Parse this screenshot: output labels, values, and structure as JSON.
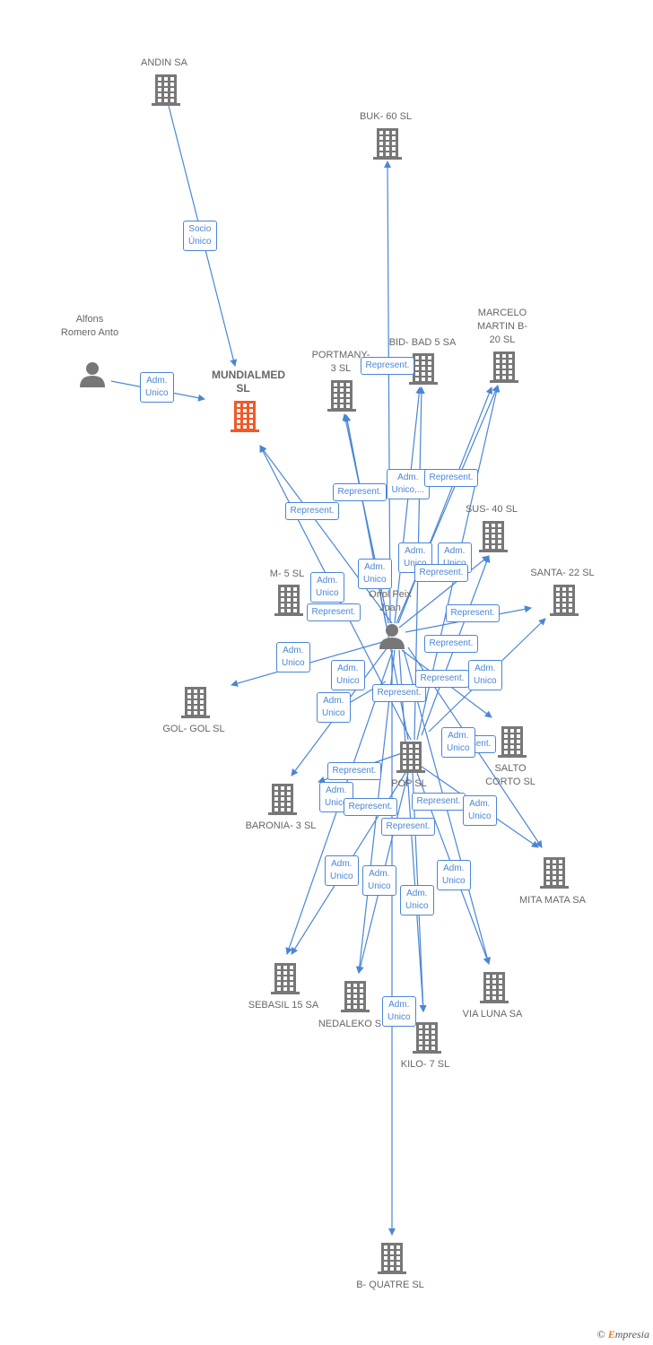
{
  "colors": {
    "edge": "#4a86d6",
    "node": "#777777",
    "main_node": "#f05a28"
  },
  "nodes": [
    {
      "id": "andin",
      "label": "ANDIN SA",
      "type": "company"
    },
    {
      "id": "buk",
      "label": "BUK- 60 SL",
      "type": "company"
    },
    {
      "id": "marcelo",
      "label": "MARCELO MARTIN B- 20 SL",
      "type": "company"
    },
    {
      "id": "bid",
      "label": "BID- BAD 5 SA",
      "type": "company"
    },
    {
      "id": "portmany",
      "label": "PORTMANY- 3 SL",
      "type": "company"
    },
    {
      "id": "alfons",
      "label": "Alfons Romero Anto",
      "type": "person"
    },
    {
      "id": "mundialmed",
      "label": "MUNDIALMED SL",
      "type": "main"
    },
    {
      "id": "sus",
      "label": "SUS- 40 SL",
      "type": "company"
    },
    {
      "id": "santa",
      "label": "SANTA- 22 SL",
      "type": "company"
    },
    {
      "id": "m5",
      "label": "M- 5 SL",
      "type": "company"
    },
    {
      "id": "oriol",
      "label": "Oriol Peix Joan",
      "type": "person"
    },
    {
      "id": "golgol",
      "label": "GOL- GOL SL",
      "type": "company"
    },
    {
      "id": "salto",
      "label": "SALTO CORTO SL",
      "type": "company"
    },
    {
      "id": "pop",
      "label": "POP SL",
      "type": "company"
    },
    {
      "id": "baronia",
      "label": "BARONIA- 3 SL",
      "type": "company"
    },
    {
      "id": "mita",
      "label": "MITA MATA SA",
      "type": "company"
    },
    {
      "id": "sebasil",
      "label": "SEBASIL 15 SA",
      "type": "company"
    },
    {
      "id": "nedaleko",
      "label": "NEDALEKO S",
      "type": "company"
    },
    {
      "id": "vialuna",
      "label": "VIA LUNA SA",
      "type": "company"
    },
    {
      "id": "kilo",
      "label": "KILO- 7 SL",
      "type": "company"
    },
    {
      "id": "bquatre",
      "label": "B- QUATRE SL",
      "type": "company"
    }
  ],
  "edge_labels": [
    {
      "id": "e1",
      "text": "Socio Único"
    },
    {
      "id": "e2",
      "text": "Adm. Unico"
    },
    {
      "id": "e3",
      "text": "Represent."
    },
    {
      "id": "e4",
      "text": "Represent."
    },
    {
      "id": "e5",
      "text": "Adm. Unico,..."
    },
    {
      "id": "e6",
      "text": "Represent."
    },
    {
      "id": "e7",
      "text": "Represent."
    },
    {
      "id": "e8",
      "text": "Adm. Unico"
    },
    {
      "id": "e9",
      "text": "Adm. Unico"
    },
    {
      "id": "e10",
      "text": "Adm. Unico"
    },
    {
      "id": "e11",
      "text": "Adm. Unico"
    },
    {
      "id": "e12",
      "text": "Represent."
    },
    {
      "id": "e13",
      "text": "Represent."
    },
    {
      "id": "e14",
      "text": "Represent."
    },
    {
      "id": "e15",
      "text": "Adm. Unico"
    },
    {
      "id": "e16",
      "text": "Represent."
    },
    {
      "id": "e17",
      "text": "Adm. Unico"
    },
    {
      "id": "e18",
      "text": "Adm. Unico"
    },
    {
      "id": "e19",
      "text": "Represent."
    },
    {
      "id": "e20",
      "text": "Adm. Unico"
    },
    {
      "id": "e21",
      "text": "Represent."
    },
    {
      "id": "e22",
      "text": "Represent."
    },
    {
      "id": "e23",
      "text": "Adm. Unico"
    },
    {
      "id": "e24",
      "text": "Represent."
    },
    {
      "id": "e25",
      "text": "Adm. Unico"
    },
    {
      "id": "e26",
      "text": "Represent."
    },
    {
      "id": "e27",
      "text": "Represent."
    },
    {
      "id": "e28",
      "text": "Adm. Unico"
    },
    {
      "id": "e29",
      "text": "Represent."
    },
    {
      "id": "e30",
      "text": "Adm. Unico"
    },
    {
      "id": "e31",
      "text": "Adm. Unico"
    },
    {
      "id": "e32",
      "text": "Adm. Unico"
    },
    {
      "id": "e33",
      "text": "Adm. Unico"
    },
    {
      "id": "e34",
      "text": "Adm. Unico"
    }
  ],
  "footer": {
    "copyright": "©",
    "brand_initial": "E",
    "brand_rest": "mpresia"
  }
}
